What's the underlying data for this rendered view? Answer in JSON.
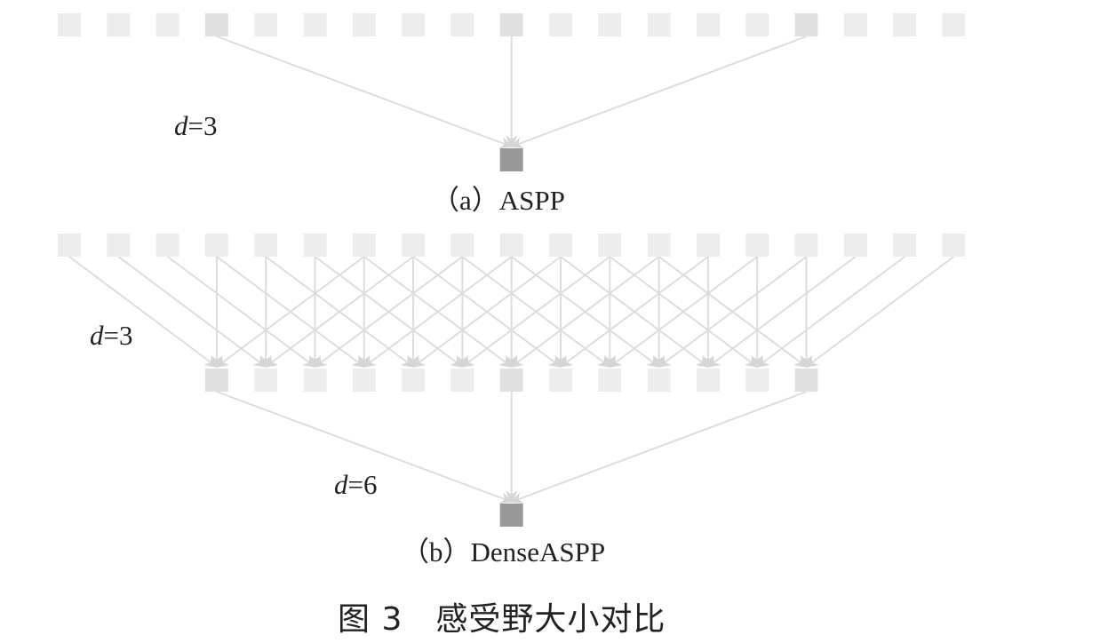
{
  "panel_a": {
    "dilation_var": "d",
    "dilation_rest": "=3",
    "caption": "（a）ASPP"
  },
  "panel_b": {
    "dilation1_var": "d",
    "dilation1_rest": "=3",
    "dilation2_var": "d",
    "dilation2_rest": "=6",
    "caption": "（b）DenseASPP"
  },
  "figure_title": "图 3　感受野大小对比",
  "colors": {
    "pixel_inactive": "#ededed",
    "pixel_active": "#e0e0e0",
    "pixel_output": "#999999",
    "arrow": "#dddddd",
    "text": "#222222"
  }
}
